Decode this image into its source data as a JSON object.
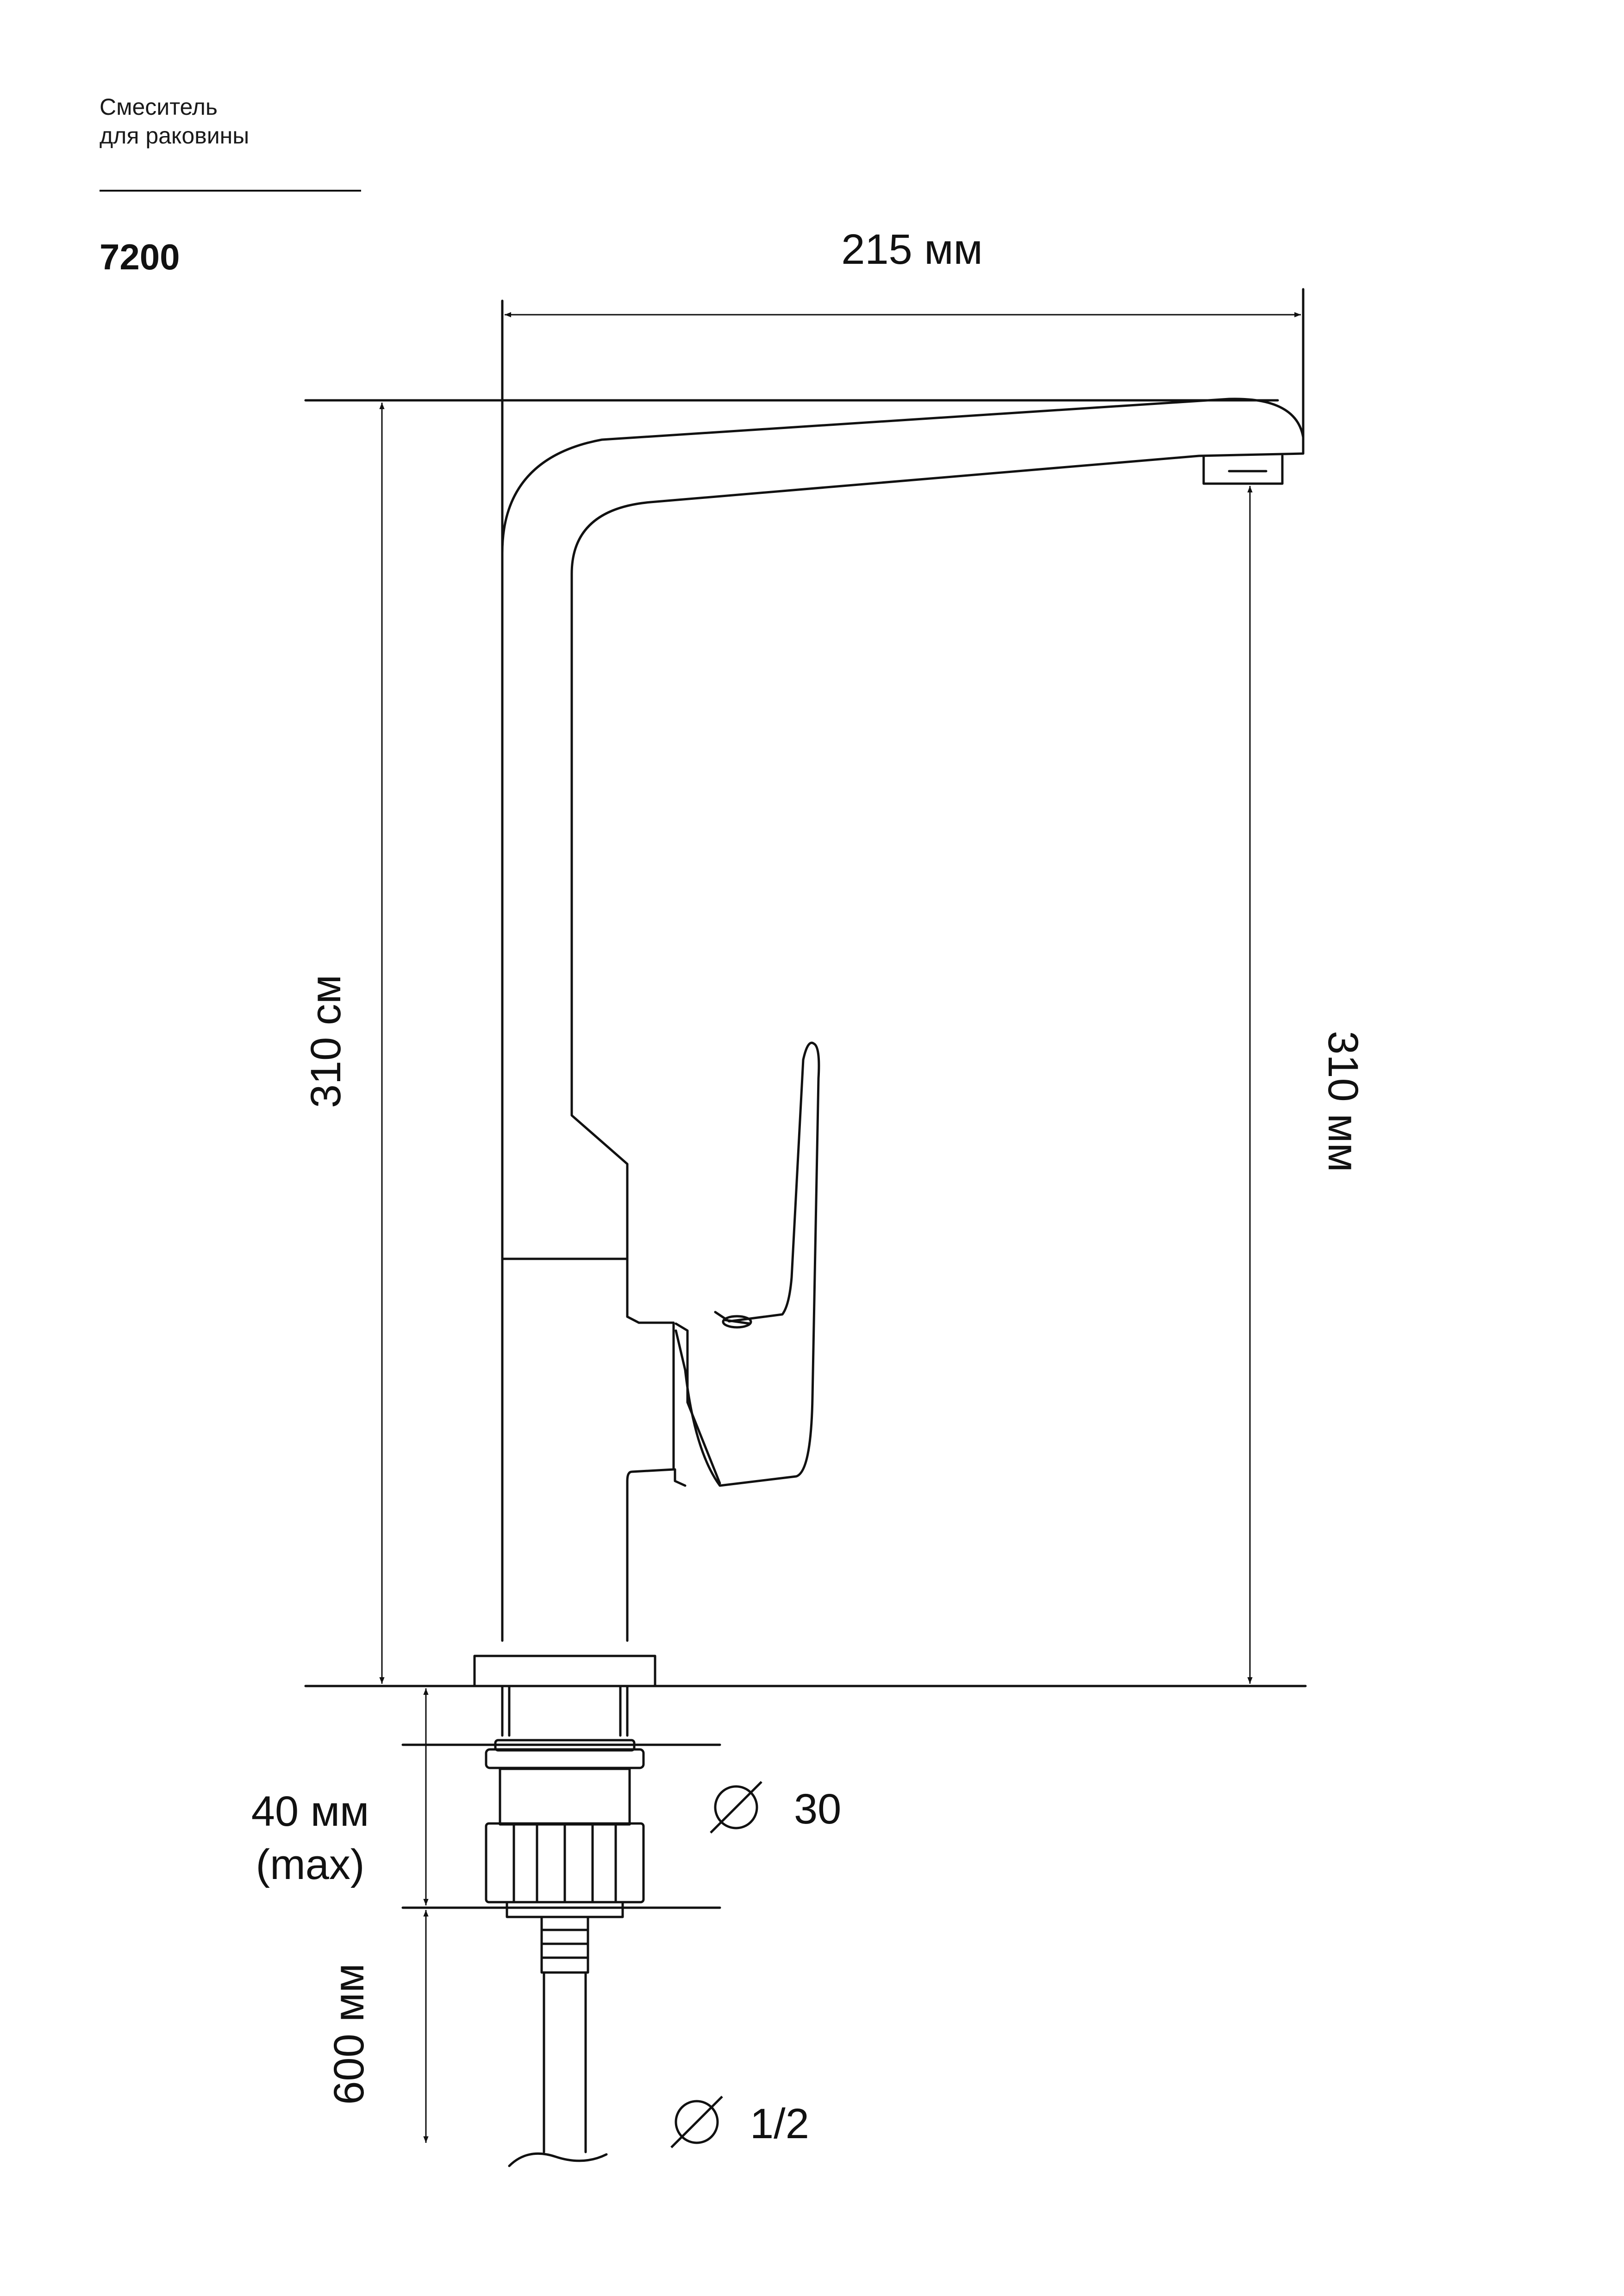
{
  "header": {
    "line1": "Смеситель",
    "line2": "для раковины",
    "model": "7200"
  },
  "dimensions": {
    "width": "215 мм",
    "height_left": "310 см",
    "height_right": "310 мм",
    "mount_depth": "40 мм",
    "mount_depth_note": "(max)",
    "hose_length": "600 мм"
  },
  "callouts": {
    "shank_diameter": "30",
    "hose_thread": "1/2"
  },
  "icons": {
    "diameter_symbol": "diameter-icon"
  },
  "colors": {
    "line": "#111111",
    "background": "#ffffff"
  }
}
